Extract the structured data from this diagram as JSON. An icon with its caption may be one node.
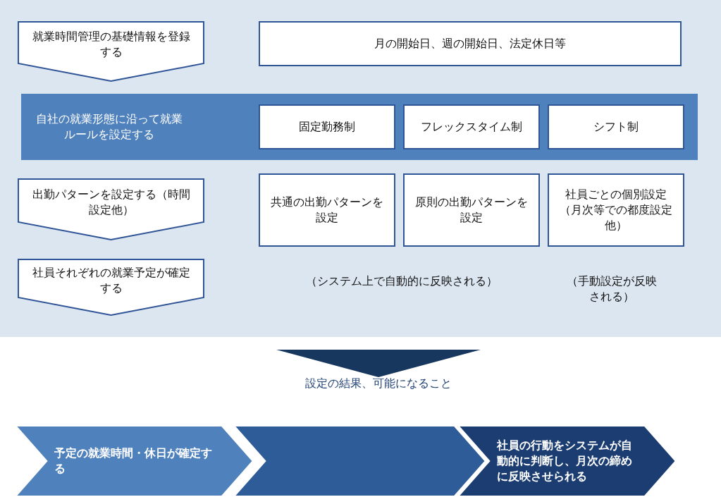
{
  "diagram": {
    "nodes": [
      {
        "text": [
          "就業時間管理の基礎情報を登録する"
        ]
      },
      {
        "text": [
          "月の開始日、週の開始日、法定休日等"
        ]
      },
      {
        "text": [
          "自社の就業形態に沿って就業ルールを設定する"
        ]
      },
      {
        "text": [
          "固定勤務制"
        ],
        "in": 2
      },
      {
        "text": [
          "フレックスタイム制"
        ],
        "in": 2
      },
      {
        "text": [
          "シフト制"
        ],
        "in": 2
      },
      {
        "text": [
          "出勤パターンを設定する（時間設定他）"
        ]
      },
      {
        "text": [
          "共通の出勤パターンを設定"
        ]
      },
      {
        "text": [
          "原則の出勤パターンを設定"
        ]
      },
      {
        "text": [
          "社員ごとの個別設定（月次等での都度設定他）"
        ]
      },
      {
        "text": [
          "社員それぞれの就業予定が確定する"
        ]
      },
      {
        "text": [
          "予定の就業時間・休日が確定する"
        ]
      },
      {
        "text": [],
        "shape": "chevron"
      },
      {
        "text": [
          "社員の行動をシステムが自動的に判断し、月次の締めに反映させられる"
        ]
      }
    ],
    "labels": [
      "（システム上で自動的に反映される）",
      "（手動設定が反映される）",
      "設定の結果、可能になること"
    ]
  }
}
